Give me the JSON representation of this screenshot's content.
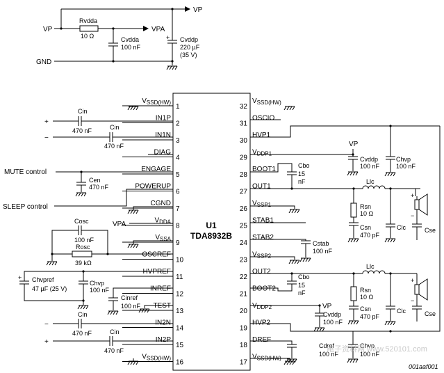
{
  "supply": {
    "vp": "VP",
    "vpa": "VPA",
    "gnd": "GND",
    "rvdda_name": "Rvdda",
    "rvdda_value": "10 Ω",
    "cvdda_name": "Cvdda",
    "cvdda_value": "100 nF",
    "cvddp_name": "Cvddp",
    "cvddp_value": "220 µF",
    "cvddp_voltage": "(35 V)"
  },
  "ic": {
    "ref": "U1",
    "part": "TDA8932B",
    "left_pins": [
      {
        "num": "1",
        "label": "VSSD(HW)"
      },
      {
        "num": "2",
        "label": "IN1P"
      },
      {
        "num": "3",
        "label": "IN1N"
      },
      {
        "num": "4",
        "label": "DIAG"
      },
      {
        "num": "5",
        "label": "ENGAGE"
      },
      {
        "num": "6",
        "label": "POWERUP"
      },
      {
        "num": "7",
        "label": "CGND"
      },
      {
        "num": "8",
        "label": "VDDA"
      },
      {
        "num": "9",
        "label": "VSSA"
      },
      {
        "num": "10",
        "label": "OSCREF"
      },
      {
        "num": "11",
        "label": "HVPREF"
      },
      {
        "num": "12",
        "label": "INREF"
      },
      {
        "num": "13",
        "label": "TEST"
      },
      {
        "num": "14",
        "label": "IN2N"
      },
      {
        "num": "15",
        "label": "IN2P"
      },
      {
        "num": "16",
        "label": "VSSD(HW)"
      }
    ],
    "right_pins": [
      {
        "num": "32",
        "label": "VSSD(HW)"
      },
      {
        "num": "31",
        "label": "OSCIO"
      },
      {
        "num": "30",
        "label": "HVP1"
      },
      {
        "num": "29",
        "label": "VDDP1"
      },
      {
        "num": "28",
        "label": "BOOT1"
      },
      {
        "num": "27",
        "label": "OUT1"
      },
      {
        "num": "26",
        "label": "VSSP1"
      },
      {
        "num": "25",
        "label": "STAB1"
      },
      {
        "num": "24",
        "label": "STAB2"
      },
      {
        "num": "23",
        "label": "VSSP2"
      },
      {
        "num": "22",
        "label": "OUT2"
      },
      {
        "num": "21",
        "label": "BOOT2"
      },
      {
        "num": "20",
        "label": "VDDP2"
      },
      {
        "num": "19",
        "label": "HVP2"
      },
      {
        "num": "18",
        "label": "DREF"
      },
      {
        "num": "17",
        "label": "VSSD(HW)"
      }
    ]
  },
  "left_side": {
    "cin": "Cin",
    "cin_value": "470 nF",
    "plus": "+",
    "minus": "−",
    "mute": "MUTE control",
    "sleep": "SLEEP control",
    "cen": "Cen",
    "cen_value": "470 nF",
    "vpa": "VPA",
    "cosc": "Cosc",
    "cosc_value": "100 nF",
    "rosc": "Rosc",
    "rosc_value": "39 kΩ",
    "chvpref": "Chvpref",
    "chvpref_value": "47 µF (25 V)",
    "chvp": "Chvp",
    "chvp_value": "100 nF",
    "cinref": "Cinref",
    "cinref_value": "100 nF"
  },
  "right_side": {
    "vp": "VP",
    "cvddp": "Cvddp",
    "cvddp_value": "100 nF",
    "chvp": "Chvp",
    "chvp_value": "100 nF",
    "cbo": "Cbo",
    "cbo_value_a": "15",
    "cbo_value_b": "nF",
    "llc": "Llc",
    "rsn": "Rsn",
    "rsn_value": "10 Ω",
    "csn": "Csn",
    "csn_value": "470 pF",
    "clc": "Clc",
    "cse": "Cse",
    "cstab": "Cstab",
    "cstab_value": "100 nF",
    "cdref": "Cdref",
    "cdref_value": "100 nF",
    "plus": "+",
    "minus": "−"
  },
  "footer": {
    "code": "001aaf001",
    "watermark": "电子资料网 www.520101.com"
  }
}
